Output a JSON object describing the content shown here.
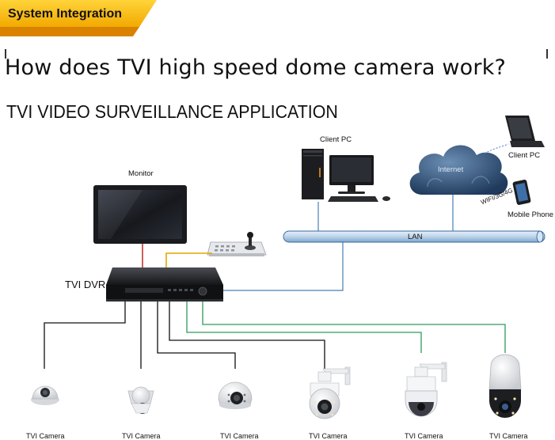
{
  "header": {
    "tab_label": "System Integration",
    "title": "How does TVI high speed dome camera work?",
    "subtitle": "TVI VIDEO SURVEILLANCE APPLICATION"
  },
  "diagram": {
    "monitor_label": "Monitor",
    "dvr_label": "TVI DVR",
    "client_pc_label": "Client PC",
    "laptop_label": "Client PC",
    "internet_label": "Internet",
    "wifi_label": "WIFI/3G/4G",
    "mobile_label": "Mobile Phone",
    "lan_label": "LAN",
    "cameras": [
      "TVI Camera",
      "TVI Camera",
      "TVI Camera",
      "TVI Camera",
      "TVI Camera",
      "TVI Camera"
    ]
  },
  "colors": {
    "tab_yellow": "#f5b800",
    "tab_orange": "#e98a00",
    "lan_blue": "#4a7fb5",
    "power_red": "#c0392b",
    "ptz_yellow": "#e0a800",
    "video_black": "#111111",
    "video_green": "#2e9a5a"
  }
}
